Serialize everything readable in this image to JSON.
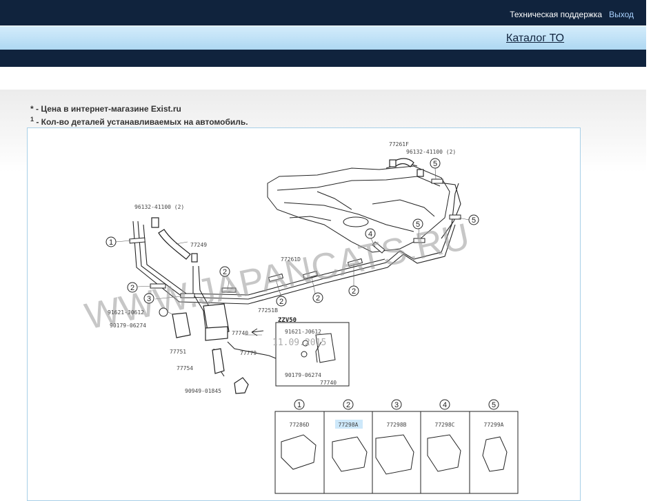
{
  "header": {
    "support_link": "Техническая поддержка",
    "logout_link": "Выход",
    "catalog_link": "Каталог ТО"
  },
  "notes": {
    "price_note": "* - Цена в интернет-магазине Exist.ru",
    "qty_marker": "1",
    "qty_note": " - Кол-во деталей устанавливаемых на автомобиль."
  },
  "diagram": {
    "watermark": "WWW.JAPANCATS.RU",
    "stamp": "11.09.2015",
    "part_labels": [
      "77261F",
      "96132-41100 (2)",
      "96132-41100 (2)",
      "77249",
      "77261D",
      "77251B",
      "91621-J0612",
      "90179-06274",
      "77751",
      "77740",
      "77754",
      "77779",
      "90949-01845"
    ],
    "inset_title": "ZZV50",
    "inset_labels": [
      "91621-J0612",
      "90179-06274",
      "77740"
    ],
    "callouts": [
      "1",
      "2",
      "3",
      "4",
      "5"
    ],
    "clamp_parts": [
      "77286D",
      "77298A",
      "77298B",
      "77298C",
      "77299A"
    ],
    "colors": {
      "header_dark": "#10233d",
      "link_blue": "#a9d2ff",
      "frame_border": "#a7cfe7"
    }
  }
}
